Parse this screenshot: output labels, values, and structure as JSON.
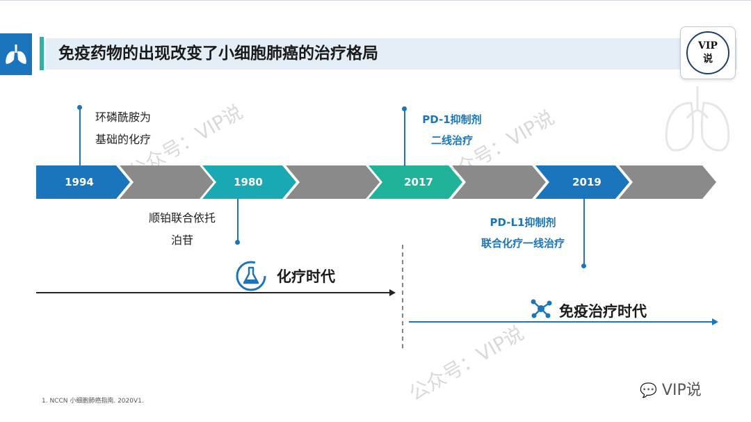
{
  "header": {
    "title": "免疫药物的出现改变了小细胞肺癌的治疗格局"
  },
  "badge": {
    "line1": "VIP",
    "line2": "说"
  },
  "watermark": {
    "text": "公众号：VIP说"
  },
  "timeline": {
    "years": [
      "1994",
      "1980",
      "2017",
      "2019"
    ],
    "events": {
      "e1994": [
        "环磷酰胺为",
        "基础的化疗"
      ],
      "e1980": [
        "顺铂联合依托",
        "泊苷"
      ],
      "e2017": [
        "PD-1抑制剂",
        "二线治疗"
      ],
      "e2019": [
        "PD-L1抑制剂",
        "联合化疗一线治疗"
      ]
    }
  },
  "eras": {
    "chemo": "化疗时代",
    "immuno": "免疫治疗时代"
  },
  "footnote": "1. NCCN 小细胞肺癌指南. 2020V1.",
  "brand": {
    "text": "VIP说"
  },
  "colors": {
    "blue": "#1a75bc",
    "teal": "#18a9b5",
    "green": "#1fb39a",
    "gray": "#8a8a8a"
  }
}
